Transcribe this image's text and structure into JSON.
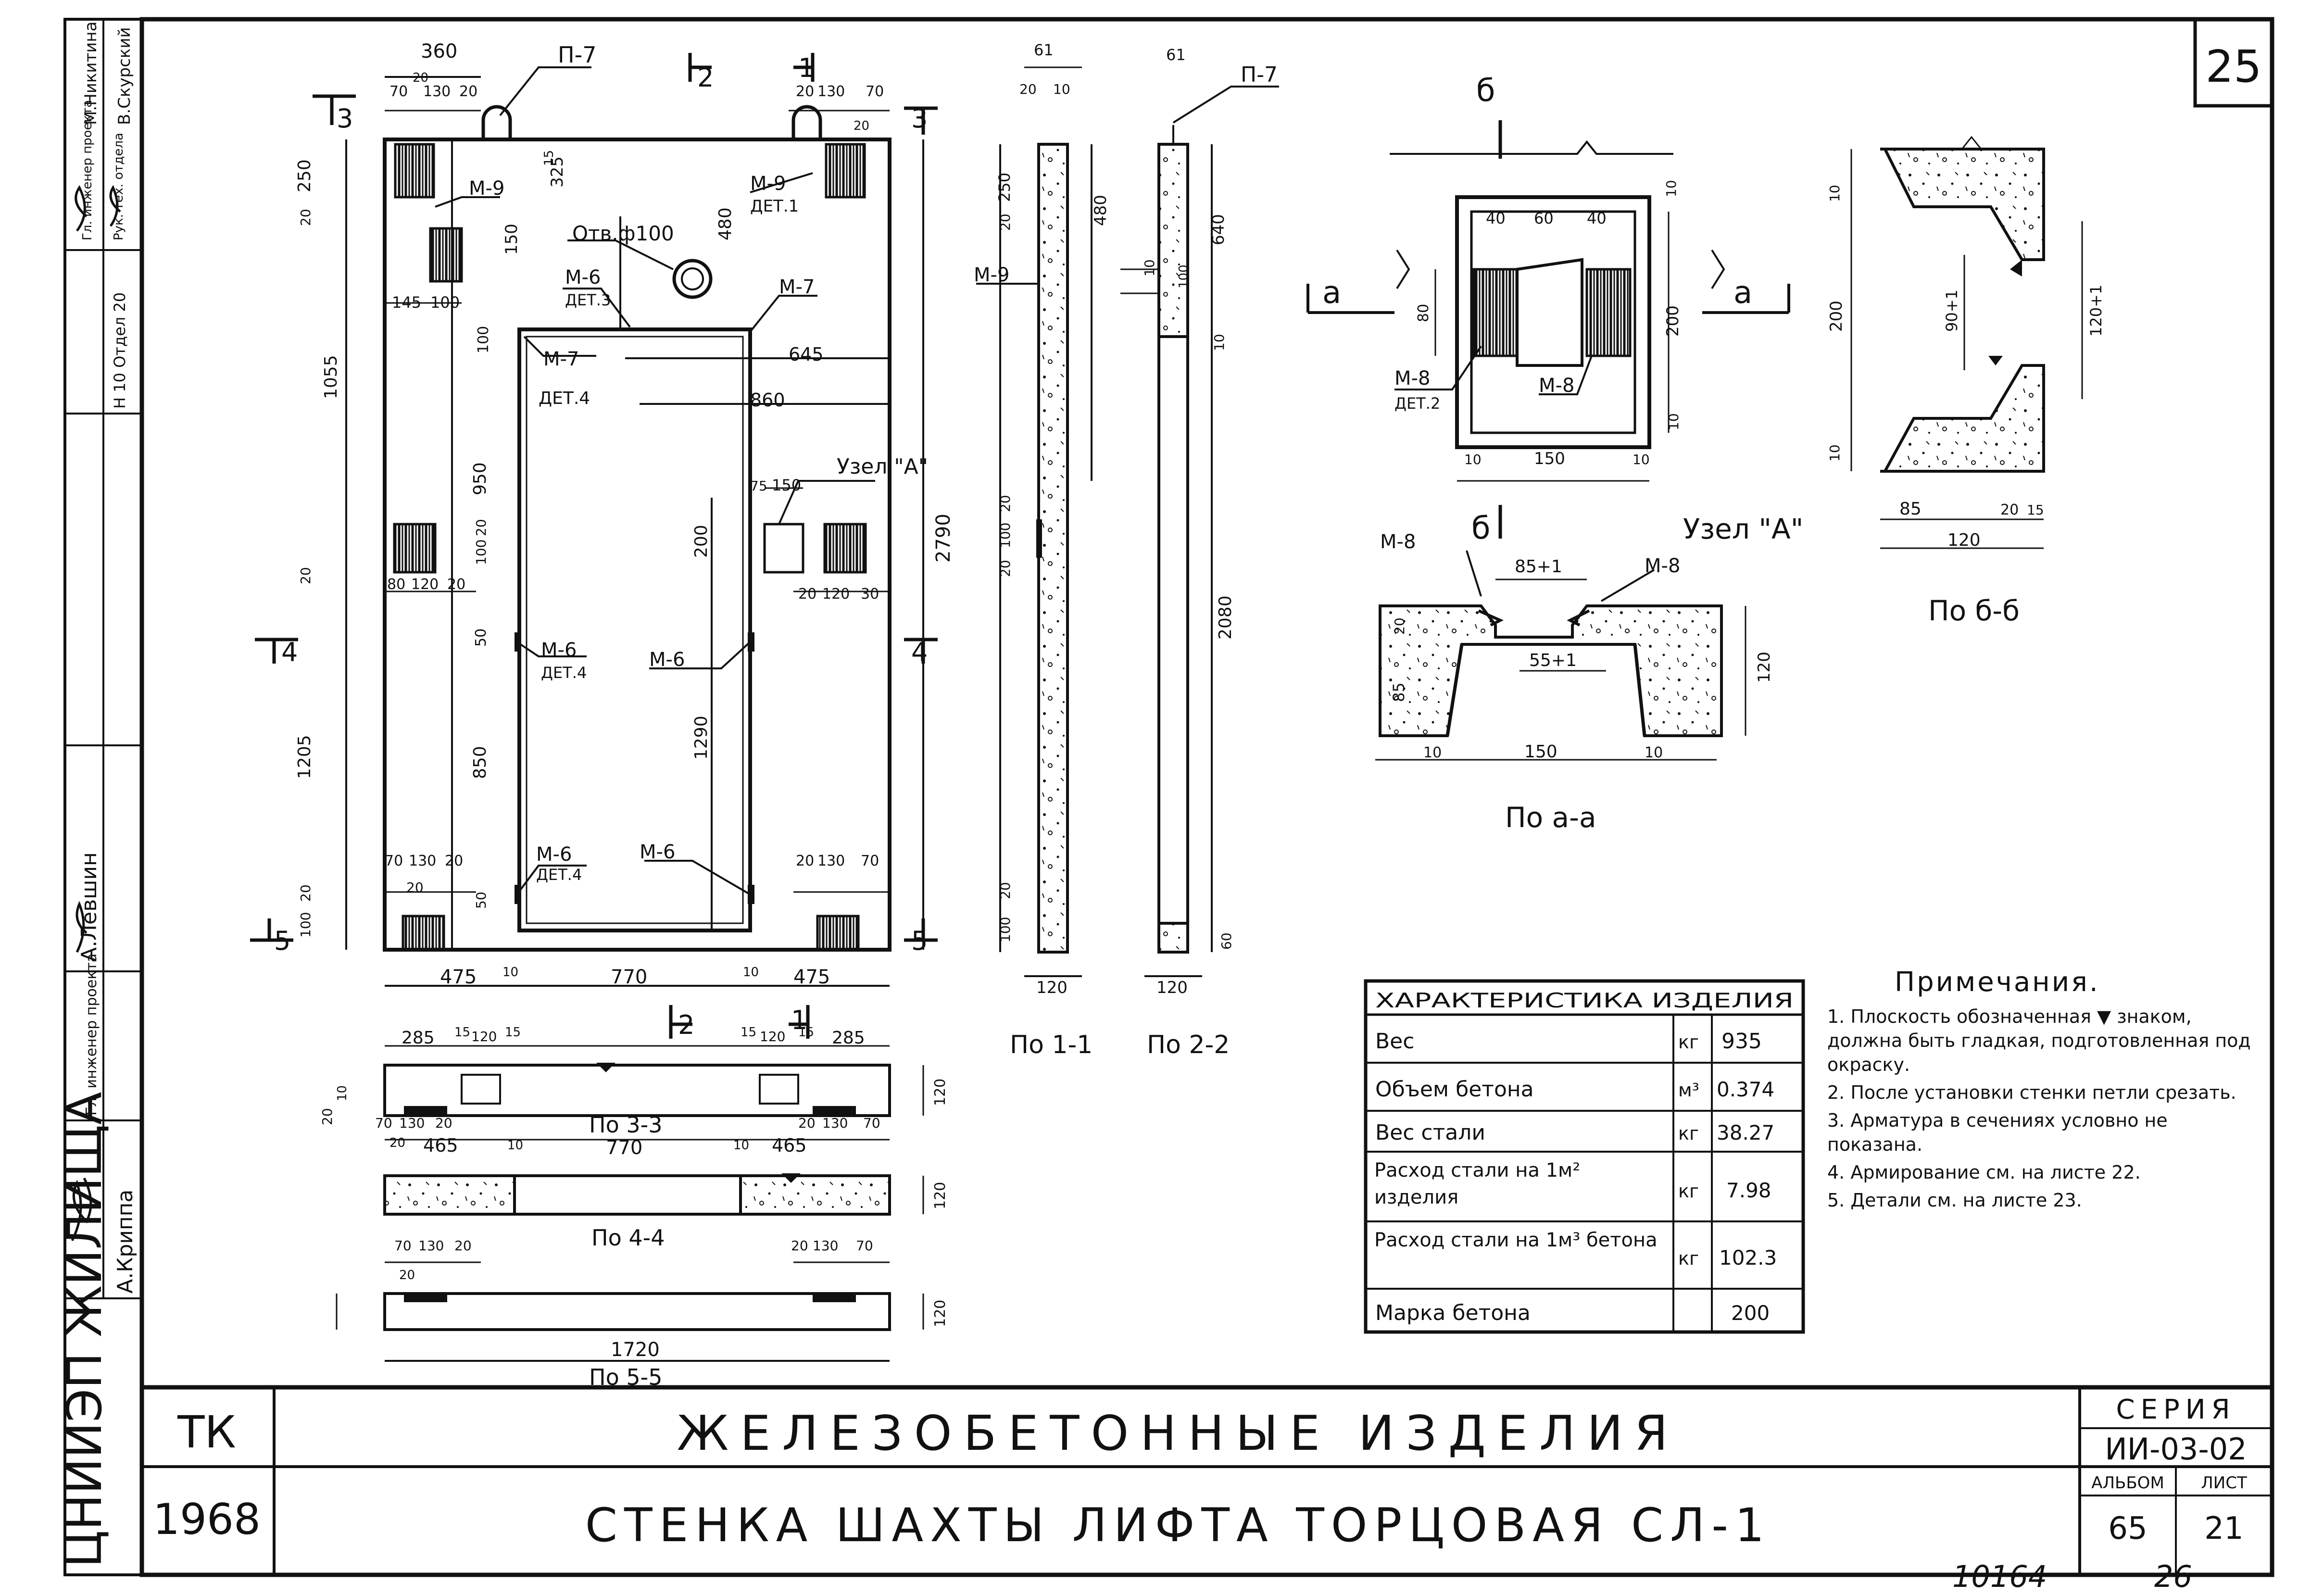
{
  "sheet_number": "25",
  "handwritten_footer": {
    "code": "10164",
    "page": "26"
  },
  "left_strip": {
    "org": "ЦНИИЭП ЖИЛИЩА",
    "sign1_role": "Гл. инженер проекта",
    "sign1_name": "А.Криппа",
    "sign2_name": "А.Левшин",
    "sign3_role": "Гл. инженер проекта",
    "sign3_name": "М.Никитина",
    "sign4_role": "Рук. тех. отдела",
    "sign4_name": "В.Скурский",
    "dept": "Н 10 Отдел 20"
  },
  "title_block": {
    "org_short": "ТК",
    "year": "1968",
    "category": "ЖЕЛЕЗОБЕТОННЫЕ ИЗДЕЛИЯ",
    "title": "СТЕНКА ШАХТЫ ЛИФТА ТОРЦОВАЯ СЛ-1",
    "series_label": "СЕРИЯ",
    "series_value": "ИИ-03-02",
    "album_label": "АЛЬБОМ",
    "album_value": "65",
    "sheet_label": "ЛИСТ",
    "sheet_value": "21"
  },
  "elevation": {
    "labels": {
      "p7": "П-7",
      "m9a": "М-9",
      "m9b": "М-9",
      "m9b_det": "ДЕТ.1",
      "m6_top": "М-6",
      "m6_top_det": "ДЕТ.3",
      "m7_right": "М-7",
      "m7_left": "М-7",
      "m7_left_det": "ДЕТ.4",
      "hole": "Отв.ф100",
      "m6_mid_l": "М-6",
      "m6_mid_l_det": "ДЕТ.4",
      "m6_mid_r": "М-6",
      "m6_bot_l": "М-6",
      "m6_bot_l_det": "ДЕТ.4",
      "m6_bot_r": "М-6",
      "node_a": "Узел \"А\"",
      "cut3": "3",
      "cut4": "4",
      "cut5": "5",
      "cut2": "2",
      "cut1": "1"
    },
    "dims": {
      "top_360": "360",
      "top_70": "70",
      "top_20": "20",
      "top_130": "130",
      "top_20b": "20",
      "top_r20": "20",
      "top_r130": "130",
      "top_r70": "70",
      "top_r20b": "20",
      "v250": "250",
      "v20a": "20",
      "v1055": "1055",
      "v150": "150",
      "v325": "325",
      "v15": "15",
      "v480": "480",
      "v100": "100",
      "v950": "950",
      "v20b": "20",
      "v100b": "100",
      "v20c": "20",
      "v1205": "1205",
      "v50": "50",
      "v850": "850",
      "v50b": "50",
      "v100c": "100",
      "v20d": "20",
      "v200": "200",
      "v1290": "1290",
      "v2790": "2790",
      "h145": "145",
      "h100": "100",
      "h645": "645",
      "h860": "860",
      "h75": "75",
      "h150": "150",
      "h80": "80",
      "h120": "120",
      "h20a": "20",
      "h20b": "20",
      "h120b": "120",
      "h30": "30",
      "b70": "70",
      "b130": "130",
      "b20": "20",
      "b20b": "20",
      "b20c": "20",
      "b130b": "130",
      "b70b": "70",
      "b475": "475",
      "b10": "10",
      "b770": "770",
      "b10b": "10",
      "b475b": "475"
    }
  },
  "sections": {
    "s11": {
      "caption": "По 1-1",
      "d61": "61",
      "d20": "20",
      "d10": "10",
      "d250": "250",
      "d20b": "20",
      "d480": "480",
      "d2790": "2790",
      "d20c": "20",
      "d100": "100",
      "d20d": "20",
      "d100b": "100",
      "d20e": "20",
      "d120": "120",
      "m9": "М-9"
    },
    "s22": {
      "caption": "По 2-2",
      "d61": "61",
      "p7": "П-7",
      "d640": "640",
      "d10": "10",
      "d100": "100",
      "d10b": "10",
      "d2080": "2080",
      "d60": "60",
      "d120": "120"
    },
    "s33": {
      "caption": "По 3-3",
      "d285": "285",
      "d15": "15",
      "d120": "120",
      "d15b": "15",
      "d15c": "15",
      "d120b": "120",
      "d15d": "15",
      "d285b": "285",
      "d20": "20",
      "d10": "10",
      "d70": "70",
      "d130": "130",
      "d20b": "20",
      "d20c": "20",
      "d465": "465",
      "d10b": "10",
      "d770": "770",
      "d10c": "10",
      "d465b": "465",
      "d20d": "20",
      "d130b": "130",
      "d70b": "70",
      "d120v": "120"
    },
    "s44": {
      "caption": "По 4-4",
      "d120v": "120"
    },
    "s55": {
      "caption": "По 5-5",
      "d70": "70",
      "d130": "130",
      "d20": "20",
      "d20b": "20",
      "d130b": "130",
      "d70b": "70",
      "d20c": "20",
      "d1720": "1720",
      "d120v": "120"
    }
  },
  "node_a": {
    "title": "Узел \"А\"",
    "view_b": "б",
    "view_a": "а",
    "plan": {
      "d40": "40",
      "d60": "60",
      "d40b": "40",
      "d10": "10",
      "d80": "80",
      "d200": "200",
      "d10b": "10",
      "d10c": "10",
      "d150": "150",
      "d10d": "10",
      "m8a": "М-8",
      "m8a_det": "ДЕТ.2",
      "m8b": "М-8"
    },
    "section_aa": {
      "caption": "По а-а",
      "m8a": "М-8",
      "m8b": "М-8",
      "d85": "85+1",
      "d55": "55+1",
      "d20": "20",
      "d85v": "85",
      "d120v": "120",
      "d10": "10",
      "d150": "150",
      "d10b": "10"
    },
    "section_bb": {
      "caption": "По б-б",
      "d10": "10",
      "d200": "200",
      "d10b": "10",
      "d90": "90+1",
      "d120": "120+1",
      "d85": "85",
      "d20": "20",
      "d15": "15",
      "d120h": "120"
    }
  },
  "characteristics": {
    "header": "ХАРАКТЕРИСТИКА ИЗДЕЛИЯ",
    "rows": [
      {
        "name": "Вес",
        "unit": "кг",
        "value": "935"
      },
      {
        "name": "Объем бетона",
        "unit": "м³",
        "value": "0.374"
      },
      {
        "name": "Вес стали",
        "unit": "кг",
        "value": "38.27"
      },
      {
        "name": "Расход стали на 1м² изделия",
        "unit": "кг",
        "value": "7.98"
      },
      {
        "name": "Расход стали на 1м³ бетона",
        "unit": "кг",
        "value": "102.3"
      },
      {
        "name": "Марка бетона",
        "unit": "",
        "value": "200"
      }
    ]
  },
  "notes": {
    "title": "Примечания.",
    "items": [
      "1. Плоскость обозначенная ▼ знаком, должна быть гладкая, подготовленная под окраску.",
      "2. После установки стенки петли срезать.",
      "3. Арматура в сечениях условно не показана.",
      "4. Армирование см. на листе 22.",
      "5. Детали см. на листе 23."
    ]
  }
}
